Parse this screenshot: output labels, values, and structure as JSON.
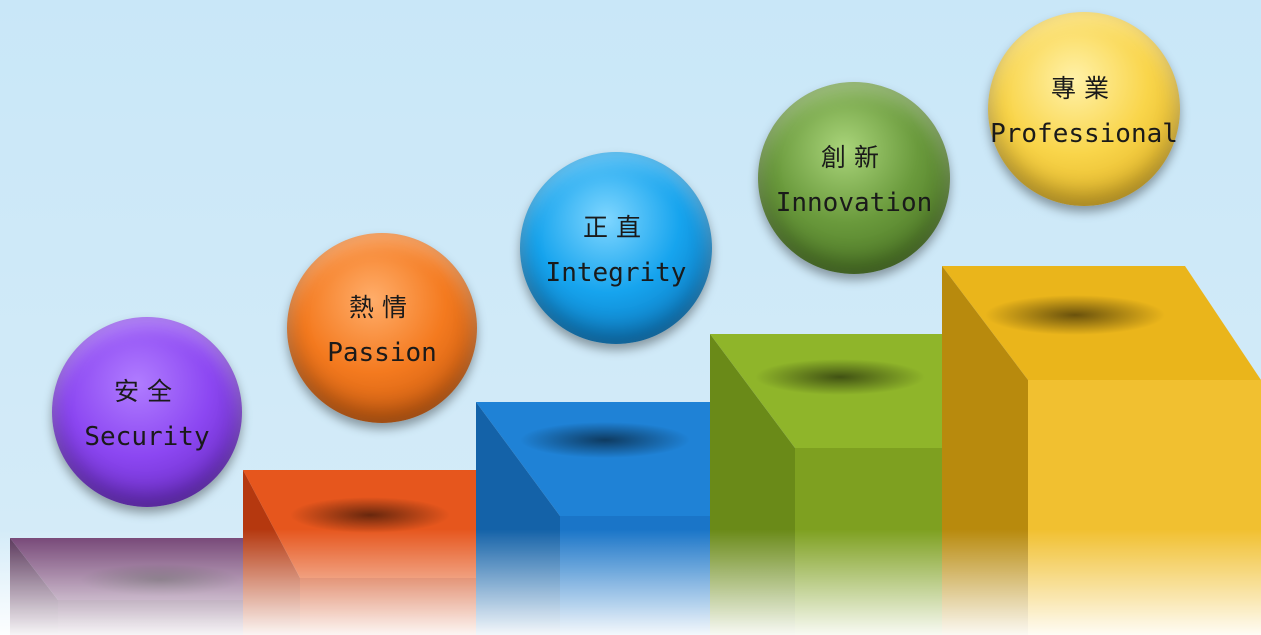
{
  "background_color": "#cfe9f8",
  "steps": [
    {
      "zh": "安全",
      "en": "Security",
      "color": "#8c47f2",
      "step_color": "#6b3a6b"
    },
    {
      "zh": "熱情",
      "en": "Passion",
      "color": "#f47a1f",
      "step_color": "#e2521c"
    },
    {
      "zh": "正直",
      "en": "Integrity",
      "color": "#16a4ee",
      "step_color": "#1c7fd2"
    },
    {
      "zh": "創新",
      "en": "Innovation",
      "color": "#6a9a3c",
      "step_color": "#8eb52c"
    },
    {
      "zh": "專業",
      "en": "Professional",
      "color": "#f9d54a",
      "step_color": "#ecb71f"
    }
  ]
}
